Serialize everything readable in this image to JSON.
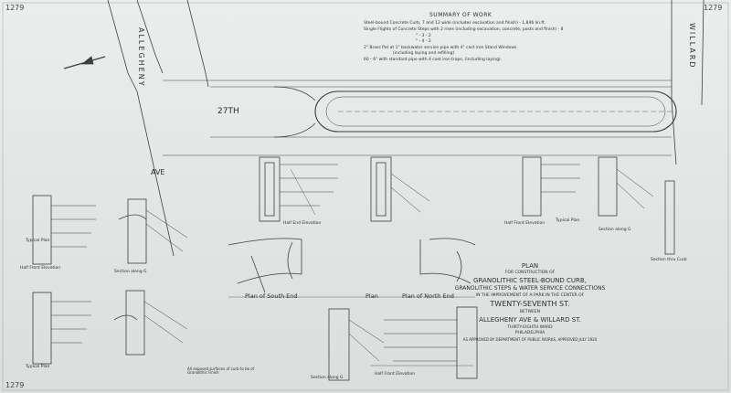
{
  "sheet": {
    "number_top_left": "1279",
    "number_top_right": "1279",
    "number_bottom_left": "1279"
  },
  "summary": {
    "heading": "SUMMARY OF WORK",
    "lines": [
      "Steel-bound Concrete Curb, 7 and 12 wide (includes excavation and finish) - 1,846 lin.ft.",
      "Single Flights of Concrete Steps with 2 rises (including excavation, concrete, posts and finish) - 8",
      "\" - 3 - 2",
      "\" - 4 - 2",
      "2\" Brass Pot at 1\" backwater service pipe with 4\" cast iron Stand Windows",
      "(including laying and refilling)",
      "60 - 6\" with standard pipe with 4 cast iron traps, (including laying)."
    ]
  },
  "streets": {
    "allegheny": "ALLEGHENY",
    "willard": "WILLARD",
    "ave": "AVE",
    "st_27th": "27TH"
  },
  "title_block": {
    "plan": "PLAN",
    "for": "FOR CONSTRUCTION OF",
    "line1": "GRANOLITHIC STEEL-BOUND CURB,",
    "line2": "GRANOLITHIC STEPS & WATER SERVICE CONNECTIONS",
    "line3": "IN THE IMPROVEMENT OF A PARK IN THE CENTER OF",
    "line4": "TWENTY-SEVENTH ST.",
    "between": "BETWEEN",
    "line5": "ALLEGHENY AVE & WILLARD ST.",
    "ward": "THIRTY-EIGHTH WARD",
    "city": "PHILADELPHIA",
    "approved": "AS APPROVED BY DEPARTMENT OF PUBLIC WORKS, APPROVED JULY 1920"
  },
  "captions": {
    "plan_south": "Plan of South End",
    "plan": "Plan",
    "plan_north": "Plan of North End",
    "half_front_1": "Half Front Elevation",
    "half_front_2": "Half Front Elevation",
    "half_front_3": "Half Front Elevation",
    "half_end": "Half End Elevation",
    "section_g1": "Section along G",
    "section_g2": "Section along G",
    "section_g3": "Section along G",
    "typical_plan_1": "Typical Plan",
    "typical_plan_2": "Typical Plan",
    "typical_plan_3": "Typical Plan",
    "section_curb": "Section thru Curb",
    "note_curb": "All exposed surfaces of curb to be of Granolithic Finish"
  }
}
